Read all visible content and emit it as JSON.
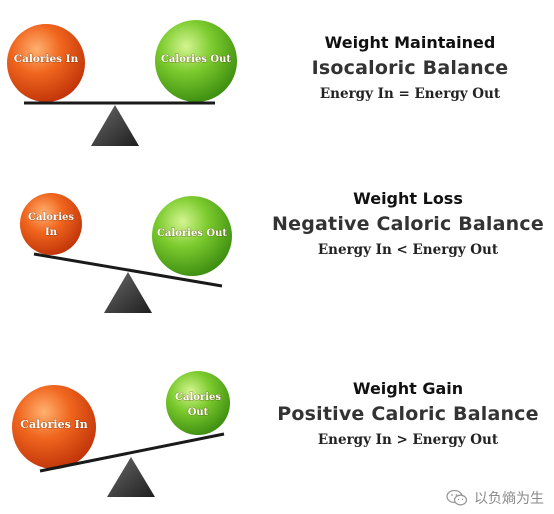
{
  "panels": [
    {
      "heading": "Weight Maintained",
      "subheading": "Isocaloric Balance",
      "equation": "Energy In = Energy Out",
      "left_ball": [
        "Calories In"
      ],
      "right_ball": [
        "Calories Out"
      ]
    },
    {
      "heading": "Weight Loss",
      "subheading": "Negative Caloric Balance",
      "equation": "Energy In < Energy Out",
      "left_ball": [
        "Calories",
        "In"
      ],
      "right_ball": [
        "Calories Out"
      ]
    },
    {
      "heading": "Weight Gain",
      "subheading": "Positive Caloric Balance",
      "equation": "Energy In > Energy Out",
      "left_ball": [
        "Calories In"
      ],
      "right_ball": [
        "Calories",
        "Out"
      ]
    }
  ],
  "watermark": {
    "text": "以负熵为生",
    "icon": "wechat-icon"
  },
  "colors": {
    "calories_in": "#e8501a",
    "calories_out": "#6cbf2a",
    "beam": "#1a1a1a",
    "fulcrum": "#3a3a3a"
  }
}
